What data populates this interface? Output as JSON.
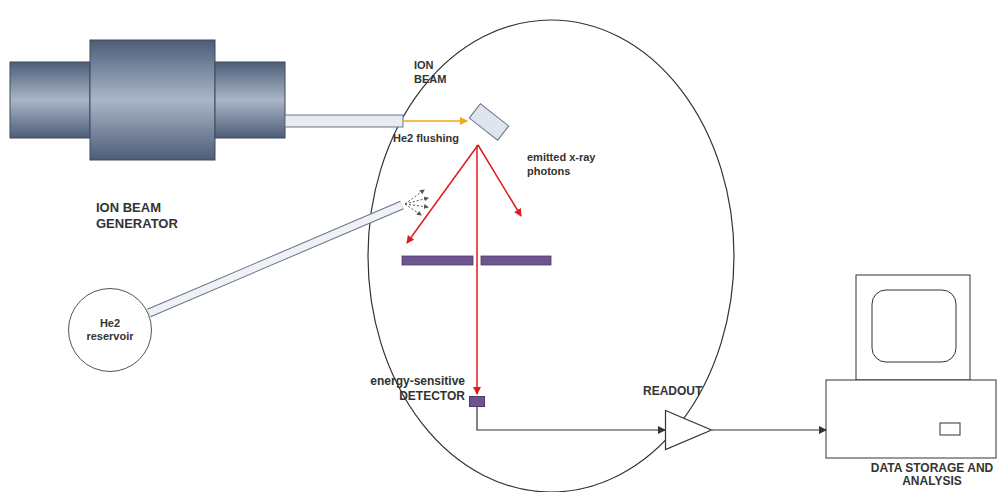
{
  "diagram": {
    "nodes": [
      {
        "text": [
          "ION BEAM GENERATOR"
        ]
      },
      {
        "text": [
          "He2 reservoir"
        ]
      },
      {
        "text": [
          "energy-sensitive DETECTOR"
        ]
      },
      {
        "text": [
          "READOUT"
        ]
      },
      {
        "text": [
          "DATA STORAGE AND ANALYSIS"
        ]
      }
    ],
    "edges": [
      {
        "from": 2,
        "to": 3,
        "arrow": "to"
      },
      {
        "from": 3,
        "to": 4,
        "arrow": "to"
      }
    ],
    "labels": [
      "ION BEAM",
      "He2 flushing",
      "emitted x-ray photons"
    ]
  }
}
